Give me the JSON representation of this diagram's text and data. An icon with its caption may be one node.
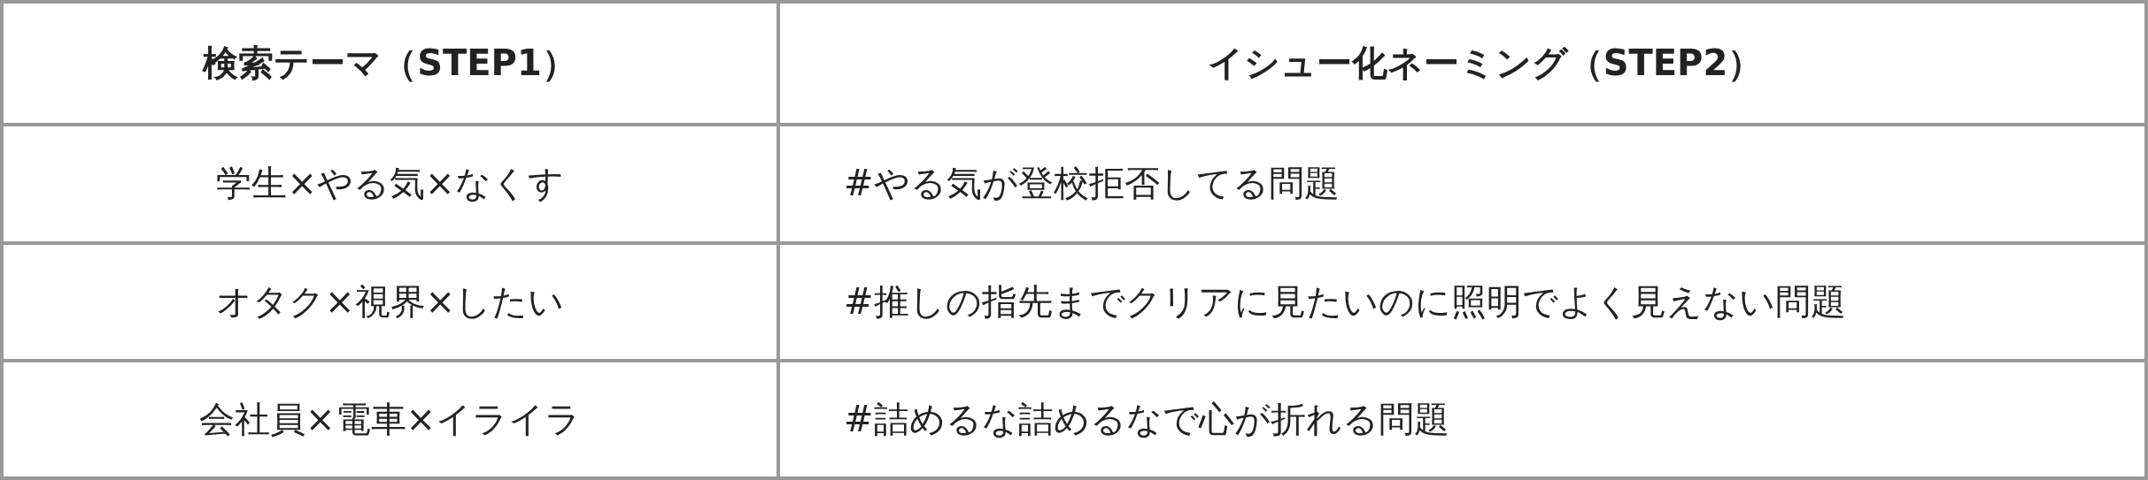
{
  "diagram": {
    "labels": [
      "検索テーマ（STEP1）",
      "イシュー化ネーミング（STEP2）",
      "学生×やる気×なくす",
      "#やる気が登校拒否してる問題",
      "オタク×視界×したい",
      "#推しの指先までクリアに見たいのに照明でよく見えない問題",
      "会社員×電車×イライラ",
      "#詰めるな詰めるなで心が折れる問題"
    ]
  }
}
